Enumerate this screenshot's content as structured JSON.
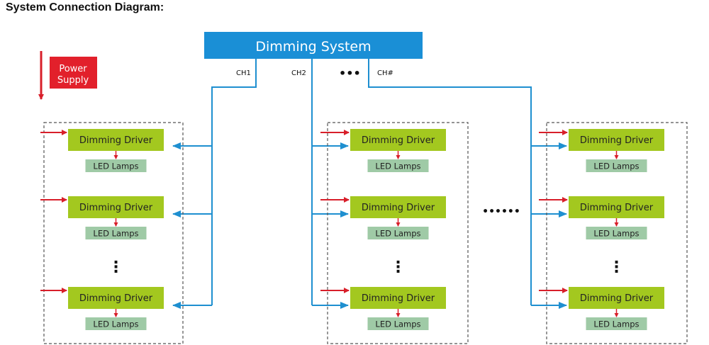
{
  "heading": "System Connection Diagram:",
  "colors": {
    "system_box": "#1a8fd6",
    "driver_box": "#a3c81f",
    "lamp_box": "#9fcaa6",
    "power_box": "#e2202b",
    "power_arrow": "#d81f2a",
    "signal_line": "#1e8fd0",
    "frame_border": "#555555"
  },
  "system": {
    "label": "Dimming System"
  },
  "channels": [
    {
      "label": "CH1"
    },
    {
      "label": "CH2"
    },
    {
      "label": "•••"
    },
    {
      "label": "CH#"
    }
  ],
  "power": {
    "line1": "Power",
    "line2": "Supply"
  },
  "driver_label": "Dimming Driver",
  "lamp_label": "LED Lamps",
  "vertical_ellipsis": "⋮",
  "horizontal_ellipsis": "••••••"
}
